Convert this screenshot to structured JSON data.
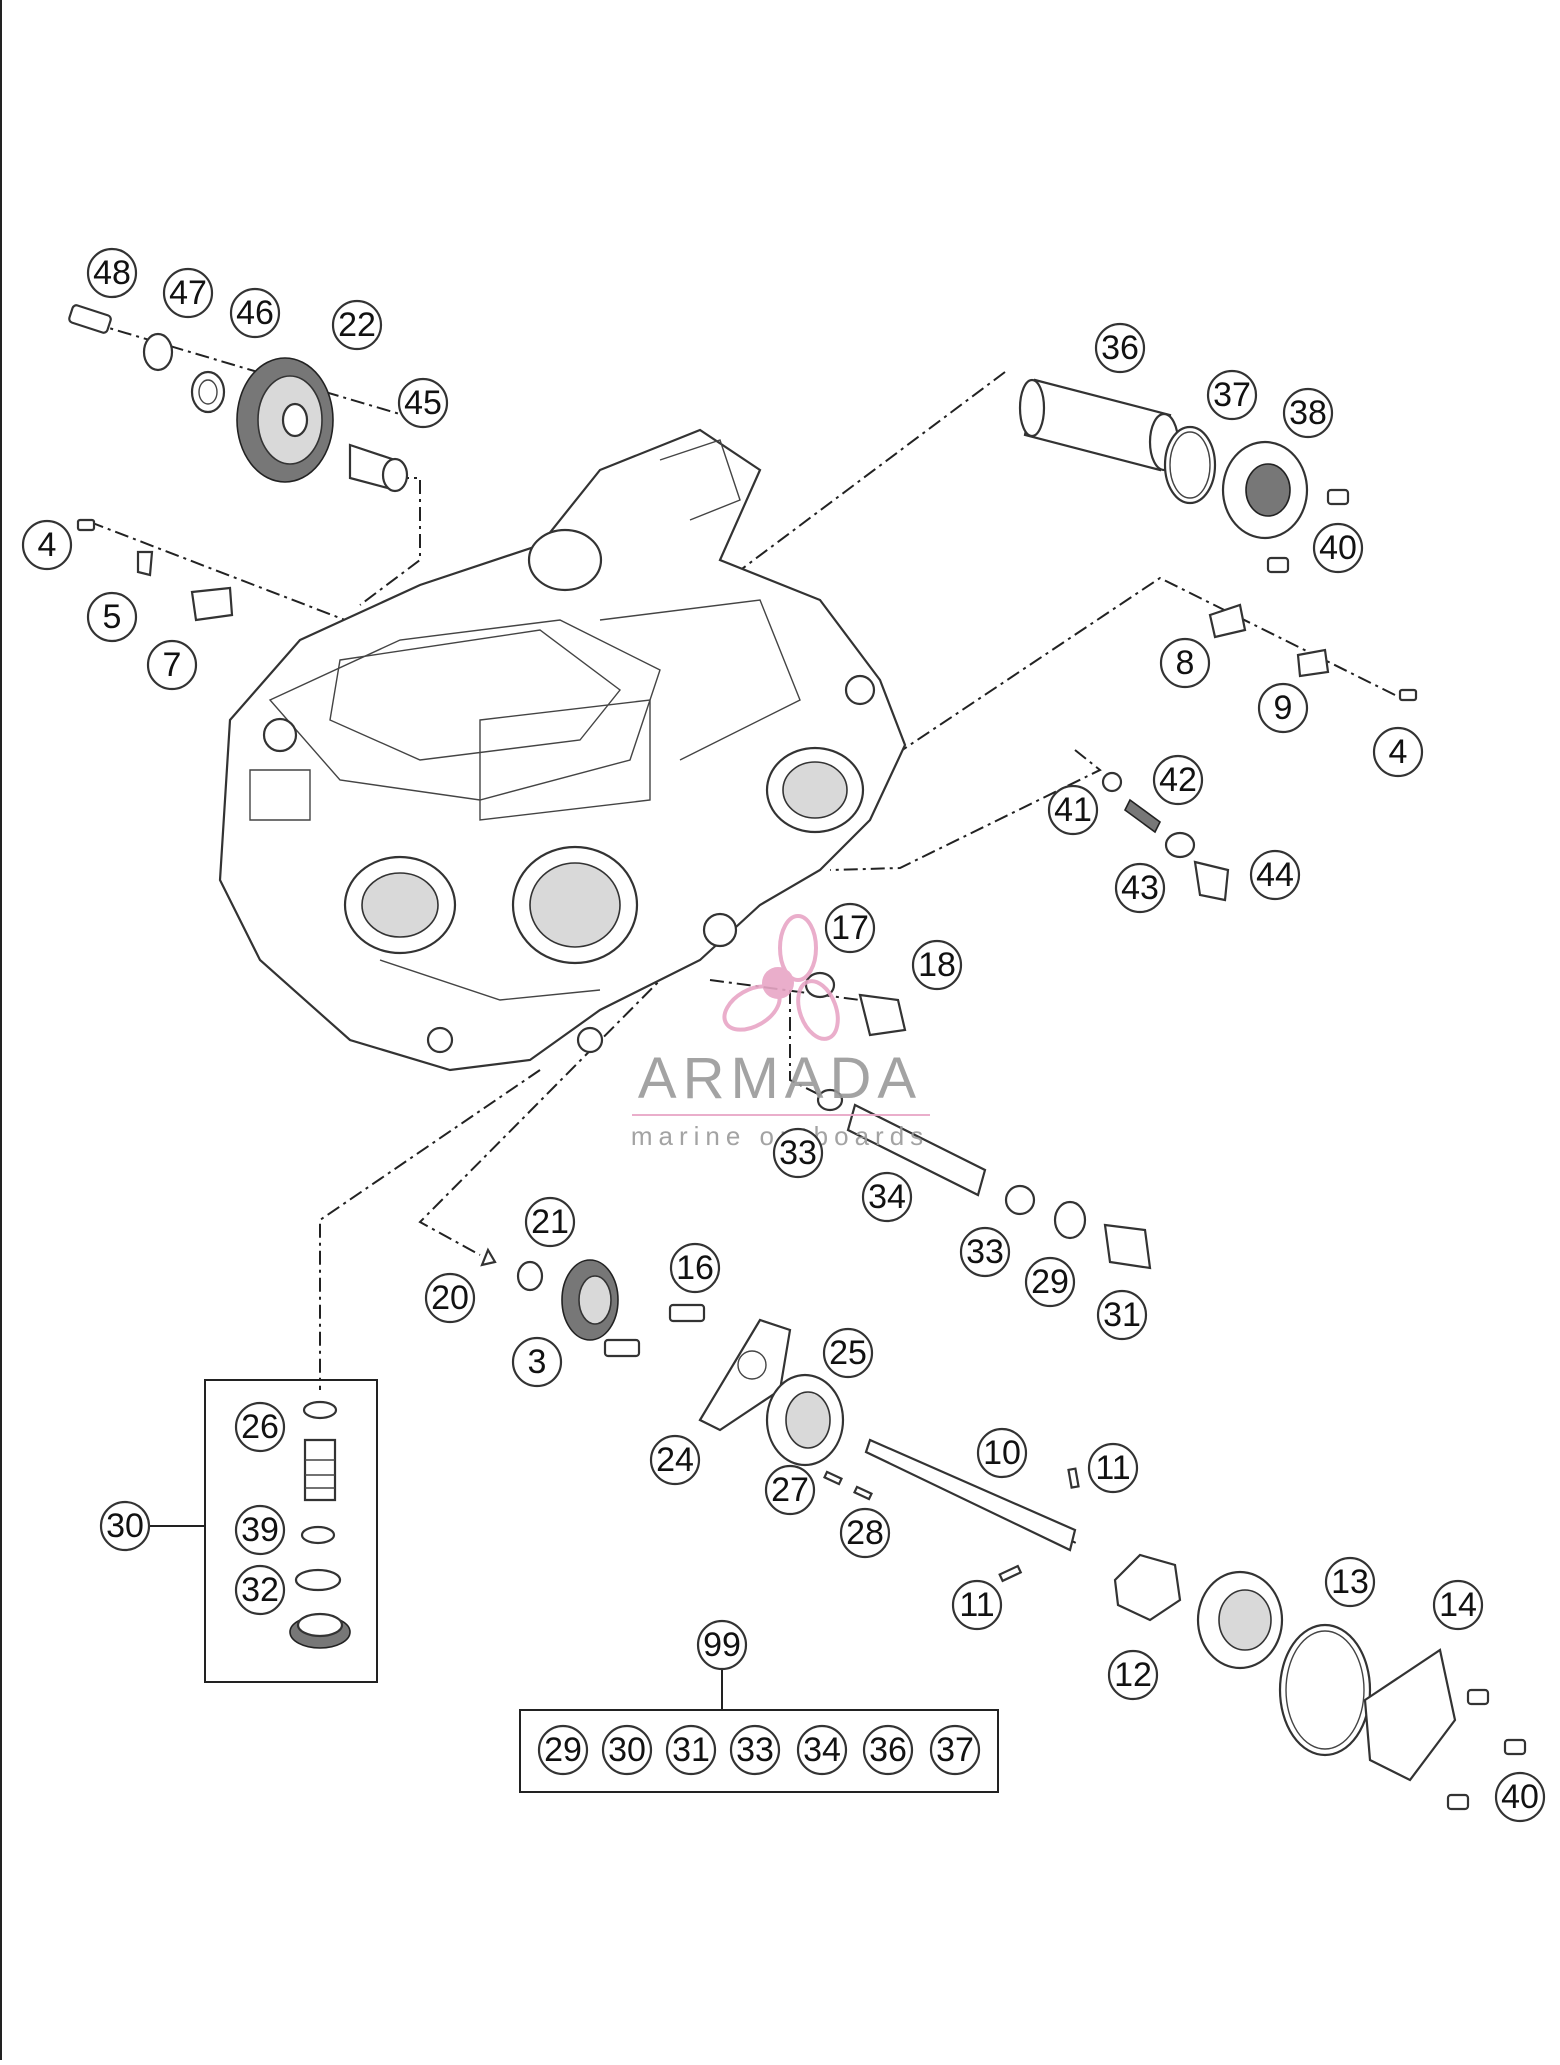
{
  "diagram": {
    "callouts": [
      {
        "id": "c48",
        "label": "48"
      },
      {
        "id": "c47",
        "label": "47"
      },
      {
        "id": "c46",
        "label": "46"
      },
      {
        "id": "c22",
        "label": "22"
      },
      {
        "id": "c45",
        "label": "45"
      },
      {
        "id": "c4a",
        "label": "4"
      },
      {
        "id": "c5",
        "label": "5"
      },
      {
        "id": "c7",
        "label": "7"
      },
      {
        "id": "c36",
        "label": "36"
      },
      {
        "id": "c37a",
        "label": "37"
      },
      {
        "id": "c38",
        "label": "38"
      },
      {
        "id": "c40a",
        "label": "40"
      },
      {
        "id": "c8",
        "label": "8"
      },
      {
        "id": "c9",
        "label": "9"
      },
      {
        "id": "c4b",
        "label": "4"
      },
      {
        "id": "c42",
        "label": "42"
      },
      {
        "id": "c41",
        "label": "41"
      },
      {
        "id": "c43",
        "label": "43"
      },
      {
        "id": "c44",
        "label": "44"
      },
      {
        "id": "c17",
        "label": "17"
      },
      {
        "id": "c18",
        "label": "18"
      },
      {
        "id": "c33a",
        "label": "33"
      },
      {
        "id": "c34a",
        "label": "34"
      },
      {
        "id": "c33b",
        "label": "33"
      },
      {
        "id": "c29a",
        "label": "29"
      },
      {
        "id": "c31a",
        "label": "31"
      },
      {
        "id": "c21",
        "label": "21"
      },
      {
        "id": "c16",
        "label": "16"
      },
      {
        "id": "c20",
        "label": "20"
      },
      {
        "id": "c3",
        "label": "3"
      },
      {
        "id": "c25",
        "label": "25"
      },
      {
        "id": "c24",
        "label": "24"
      },
      {
        "id": "c10",
        "label": "10"
      },
      {
        "id": "c11a",
        "label": "11"
      },
      {
        "id": "c27",
        "label": "27"
      },
      {
        "id": "c28",
        "label": "28"
      },
      {
        "id": "c11b",
        "label": "11"
      },
      {
        "id": "c13",
        "label": "13"
      },
      {
        "id": "c14",
        "label": "14"
      },
      {
        "id": "c12",
        "label": "12"
      },
      {
        "id": "c40b",
        "label": "40"
      },
      {
        "id": "c26",
        "label": "26"
      },
      {
        "id": "c30a",
        "label": "30"
      },
      {
        "id": "c39",
        "label": "39"
      },
      {
        "id": "c32",
        "label": "32"
      },
      {
        "id": "c99",
        "label": "99"
      }
    ],
    "kit_99": [
      "29",
      "30",
      "31",
      "33",
      "34",
      "36",
      "37"
    ]
  },
  "watermark": {
    "brand": "ARMADA",
    "tagline": "marine outboards",
    "accent_color": "#e8a6c6"
  },
  "colors": {
    "line": "#222222",
    "background": "#ffffff"
  }
}
